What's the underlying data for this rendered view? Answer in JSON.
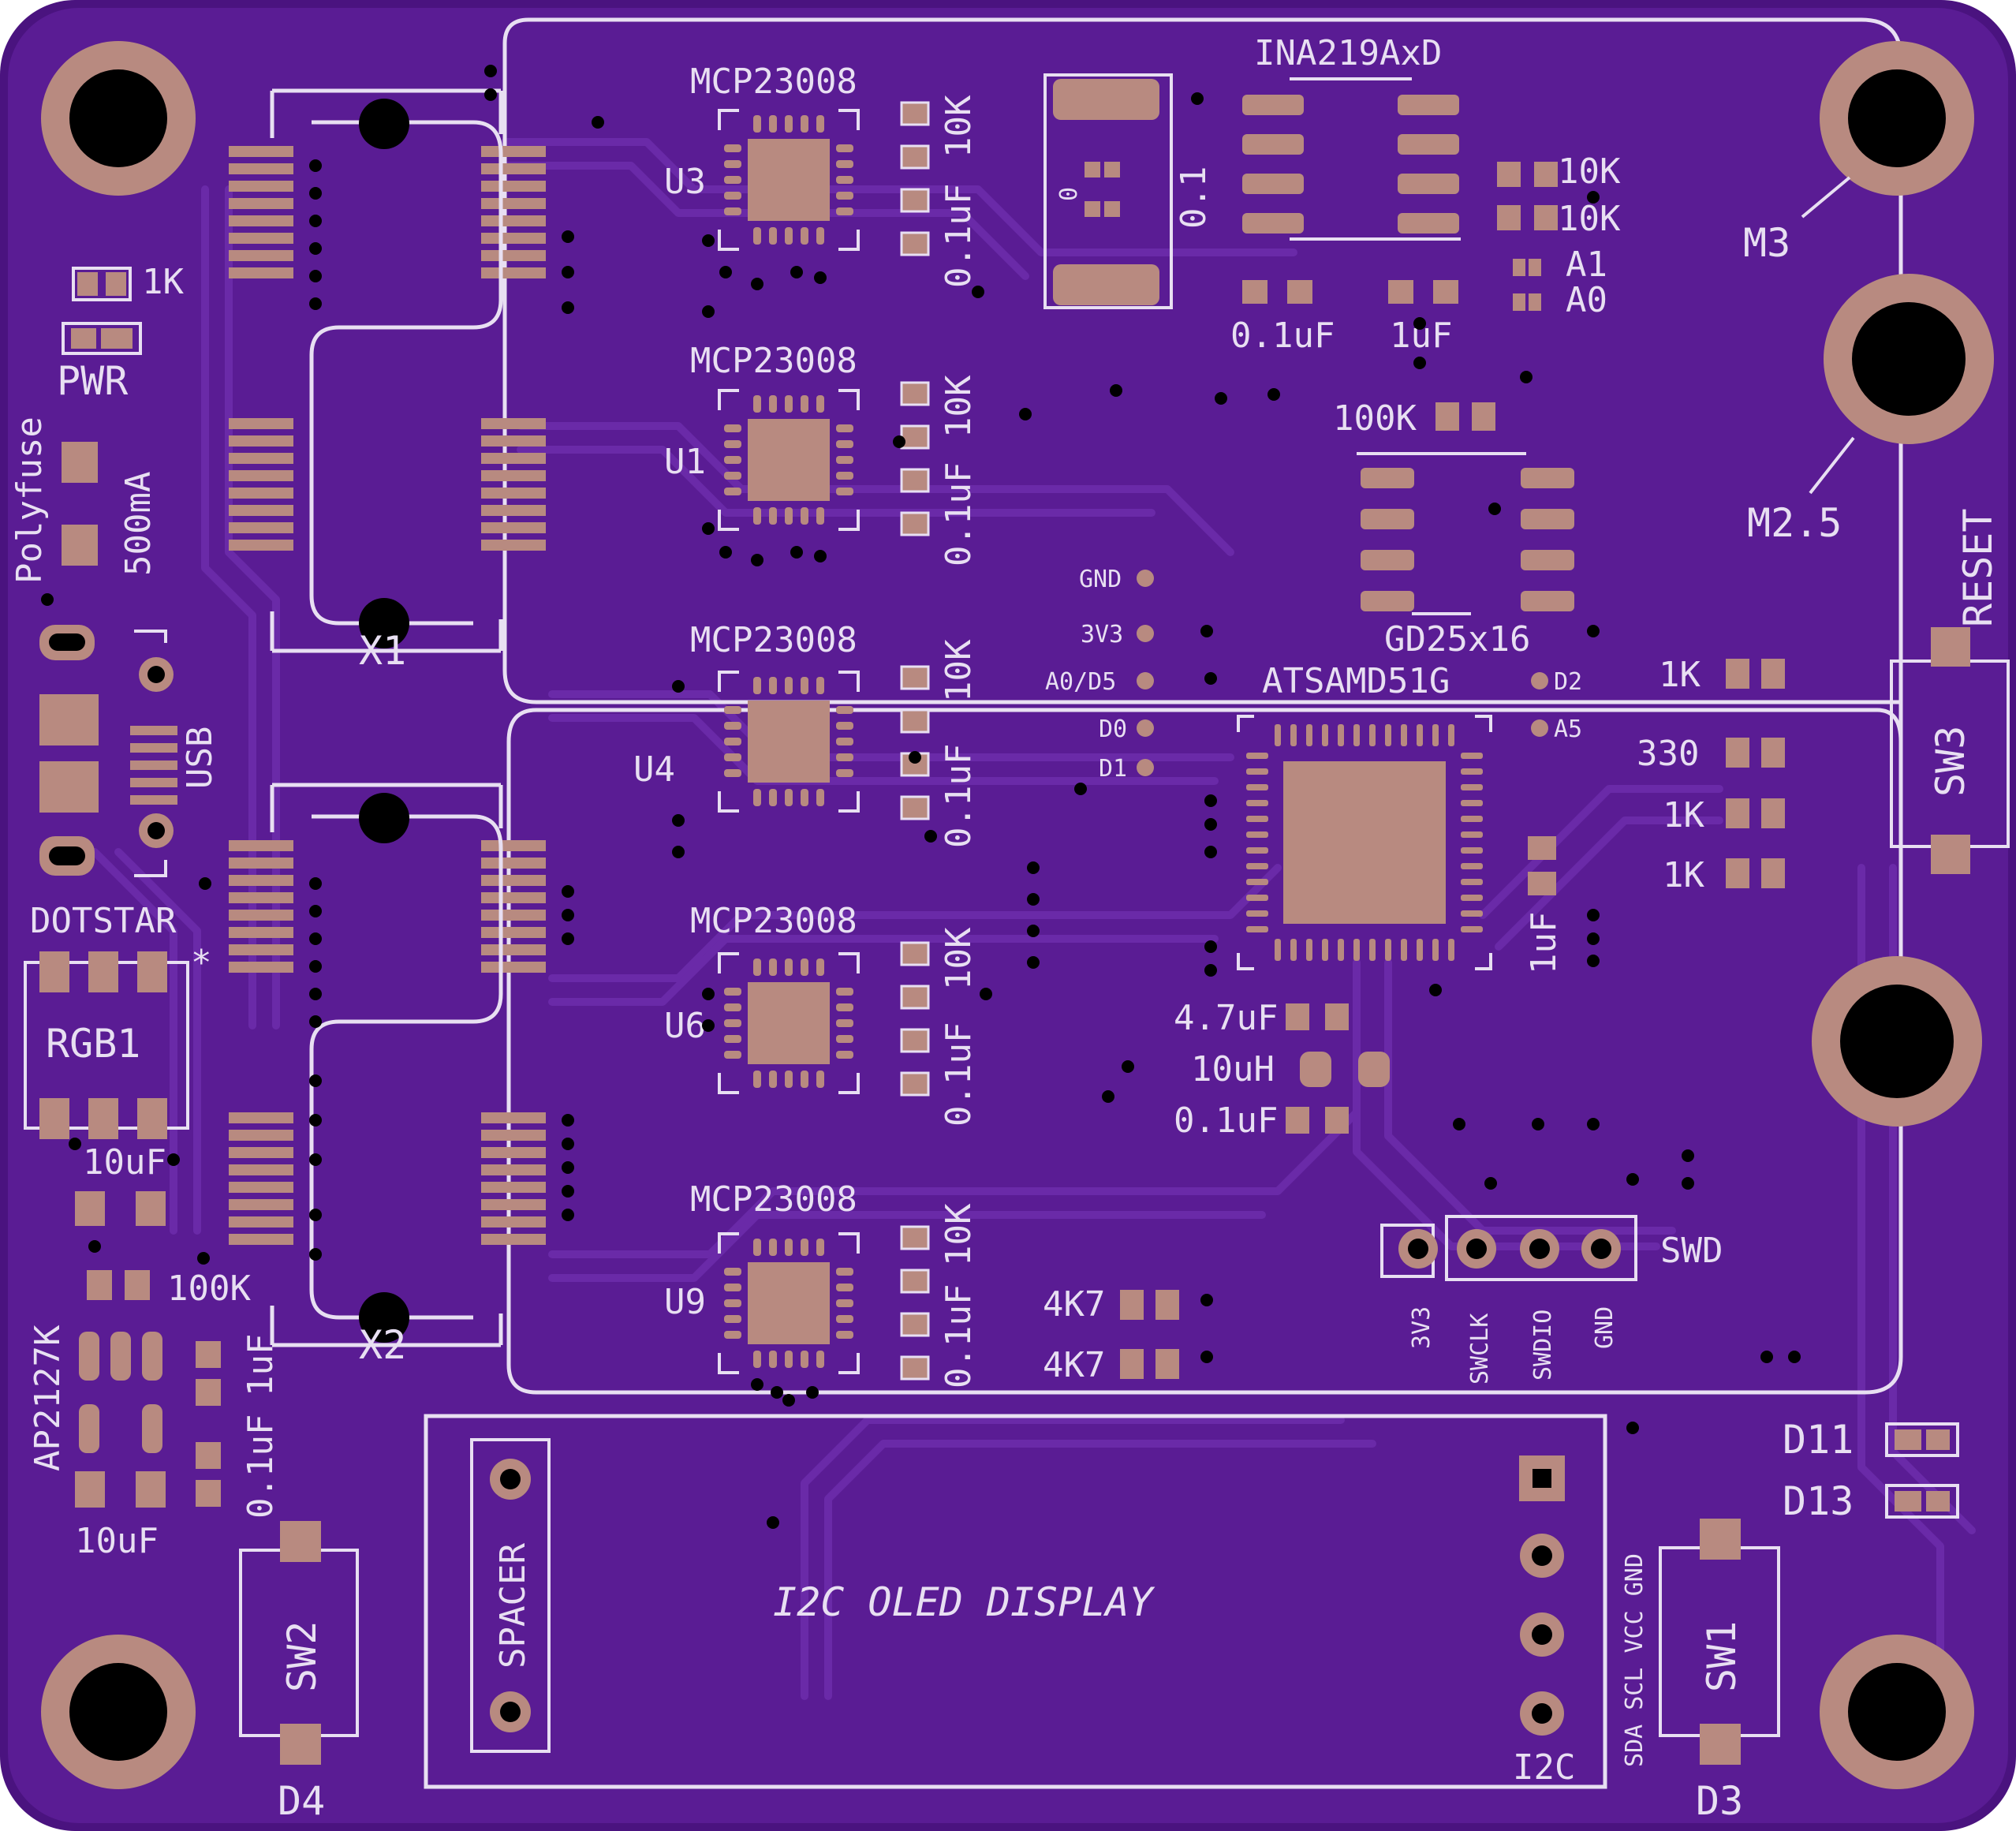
{
  "colors": {
    "board": "#5a1c94",
    "board_edge": "#4a137f",
    "trace": "#6a2aa8",
    "copper": "#b88a80",
    "silk": "#e8dff2",
    "hole": "#000000"
  },
  "labels": {
    "x1": "X1",
    "x2": "X2",
    "u3": "U3",
    "u1": "U1",
    "u4": "U4",
    "u6": "U6",
    "u9": "U9",
    "mcp": "MCP23008",
    "r10k": "10K",
    "c01uf": "0.1uF",
    "ina": "INA219AxD",
    "shunt_0": "0",
    "shunt_01": "0.1",
    "ina_c1": "0.1uF",
    "ina_c2": "1uF",
    "ina_r1": "10K",
    "ina_r2": "10K",
    "a1": "A1",
    "a0": "A0",
    "m3": "M3",
    "m25": "M2.5",
    "reset": "RESET",
    "sw3": "SW3",
    "r100k_top": "100K",
    "flash": "GD25x16",
    "mcu": "ATSAMD51G",
    "gnd_pad": "GND",
    "v33_pad": "3V3",
    "a0d5": "A0/D5",
    "d0": "D0",
    "d1": "D1",
    "d2": "D2",
    "a5": "A5",
    "r1k_a": "1K",
    "r330": "330",
    "r1k_b": "1K",
    "r1k_c": "1K",
    "c1uf_mcu": "1uF",
    "c47": "4.7uF",
    "l10": "10uH",
    "c01_mcu": "0.1uF",
    "swd": "SWD",
    "swd_pins": [
      "3V3",
      "SWCLK",
      "SWDIO",
      "GND"
    ],
    "r4k7_a": "4K7",
    "r4k7_b": "4K7",
    "d11": "D11",
    "d13": "D13",
    "r1k_pwr": "1K",
    "pwr": "PWR",
    "polyfuse": "Polyfuse",
    "ma500": "500mA",
    "usb": "USB",
    "dotstar": "DOTSTAR",
    "rgb1": "RGB1",
    "star": "*",
    "c10uf_a": "10uF",
    "r100k_b": "100K",
    "ap": "AP2127K",
    "c1uf_ldo": "1uF",
    "c01_ldo": "0.1uF",
    "c10uf_b": "10uF",
    "sw2": "SW2",
    "d4": "D4",
    "spacer": "SPACER",
    "oled": "I2C OLED DISPLAY",
    "i2c": "I2C",
    "i2c_pins": "SDA SCL VCC GND",
    "sw1": "SW1",
    "d3": "D3"
  }
}
